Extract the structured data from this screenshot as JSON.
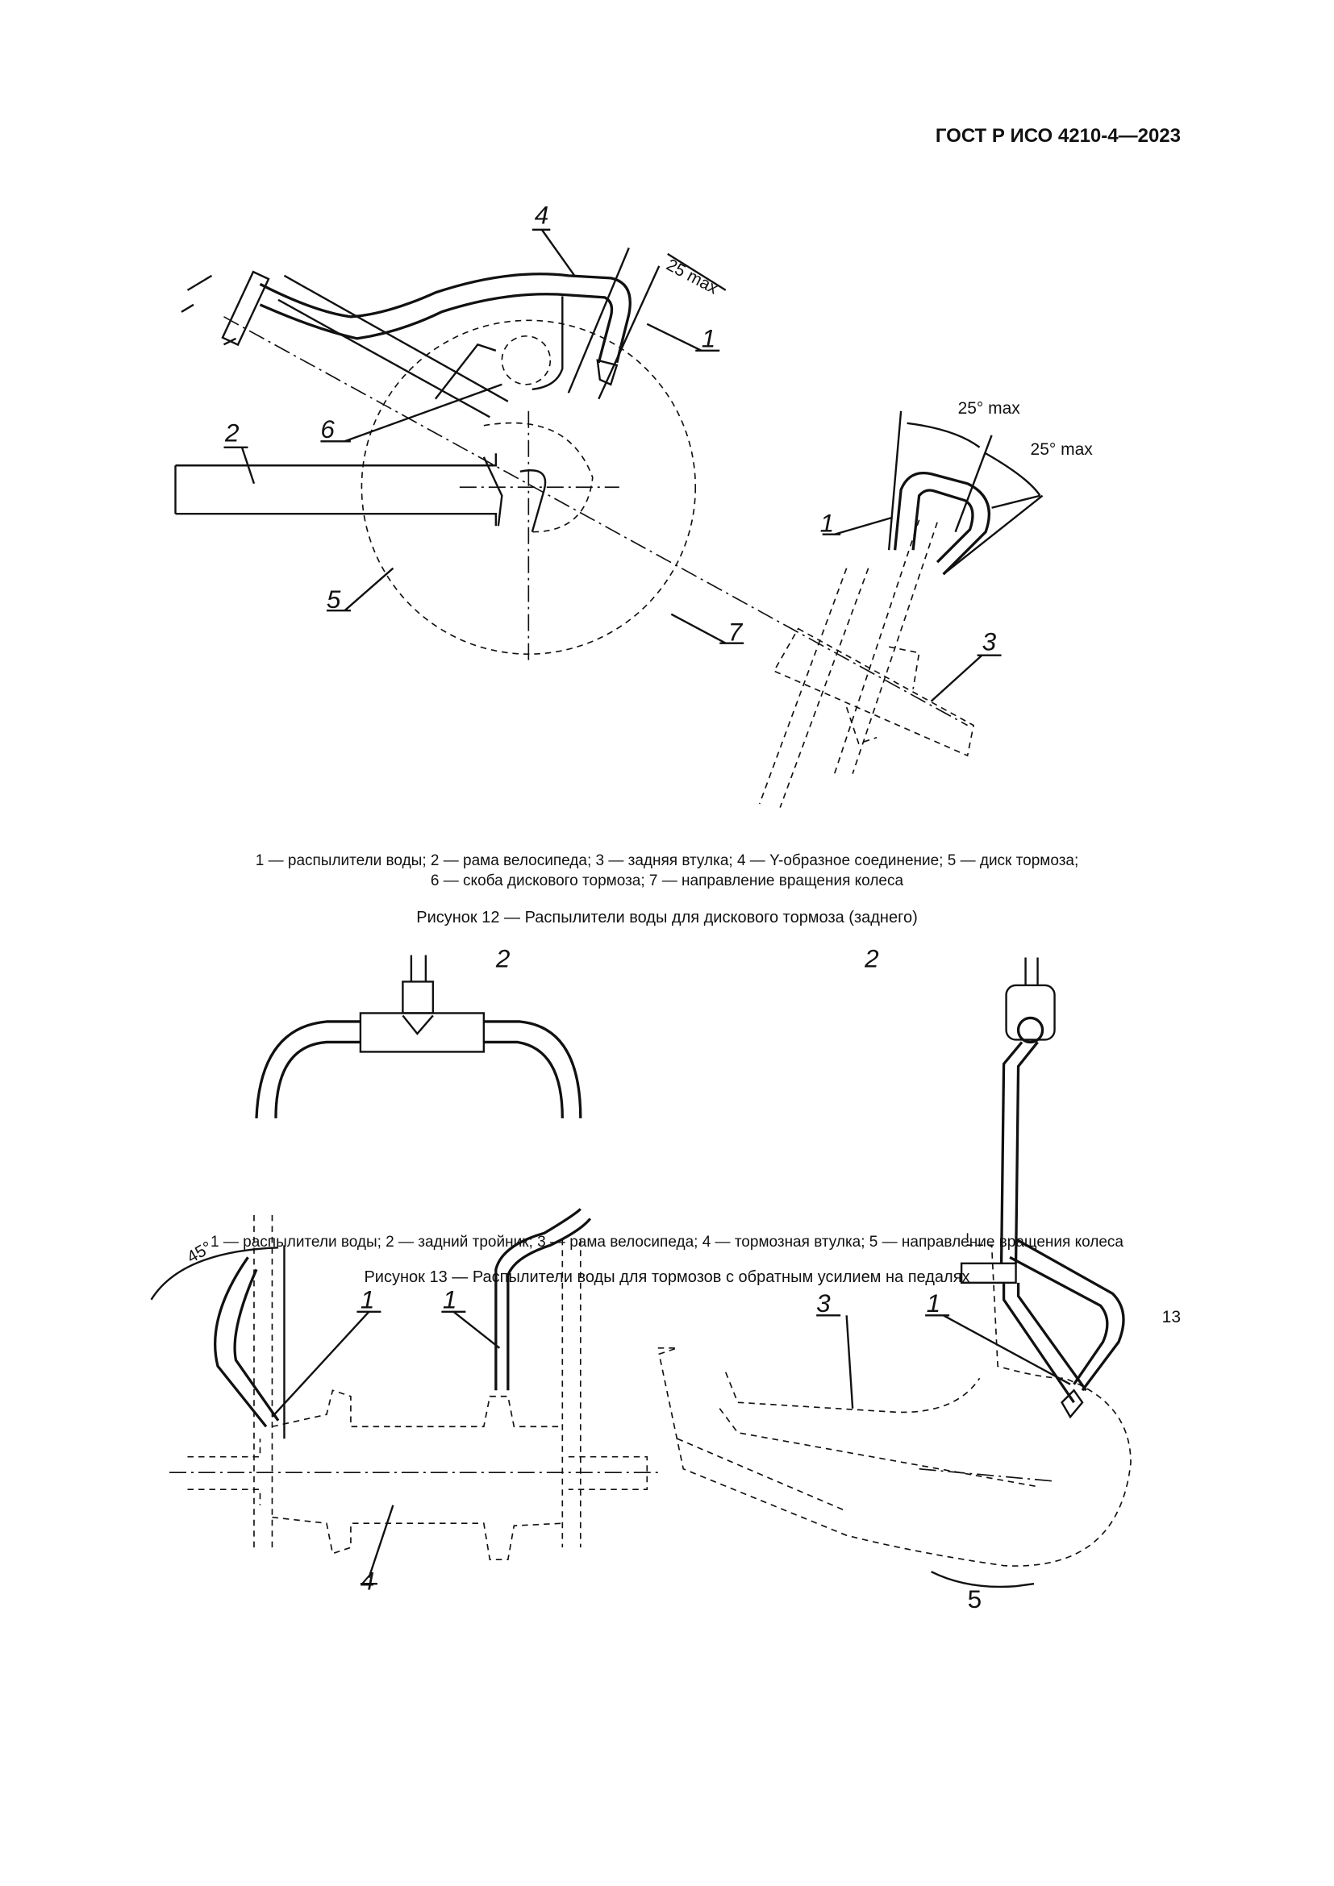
{
  "header": {
    "doc_id": "ГОСТ Р ИСО 4210-4—2023"
  },
  "figure12": {
    "labels": {
      "l4": "4",
      "l1a": "1",
      "l6": "6",
      "l2": "2",
      "l5": "5",
      "l7": "7",
      "l3": "3",
      "l1b": "1"
    },
    "dimensions": {
      "d1": "25 max",
      "d2": "25° max",
      "d3": "25° max"
    },
    "legend_line1": "1 — распылители воды; 2 — рама велосипеда; 3 — задняя втулка; 4 — Y-образное соединение; 5 — диск тормоза;",
    "legend_line2": "6 — скоба дискового тормоза; 7 — направление вращения колеса",
    "caption": "Рисунок 12 — Распылители воды для дискового тормоза (заднего)"
  },
  "figure13": {
    "labels": {
      "l2a": "2",
      "l2b": "2",
      "l1a": "1",
      "l1b": "1",
      "l1c": "1",
      "l3": "3",
      "l4": "4",
      "l5": "5"
    },
    "dimensions": {
      "angle": "45°"
    },
    "legend": "1 — распылители воды; 2 — задний тройник; 3 — рама велосипеда; 4 — тормозная втулка; 5 — направление вращения колеса",
    "caption": "Рисунок 13 — Распылители воды для тормозов с обратным усилием на педалях"
  },
  "page_number": "13"
}
